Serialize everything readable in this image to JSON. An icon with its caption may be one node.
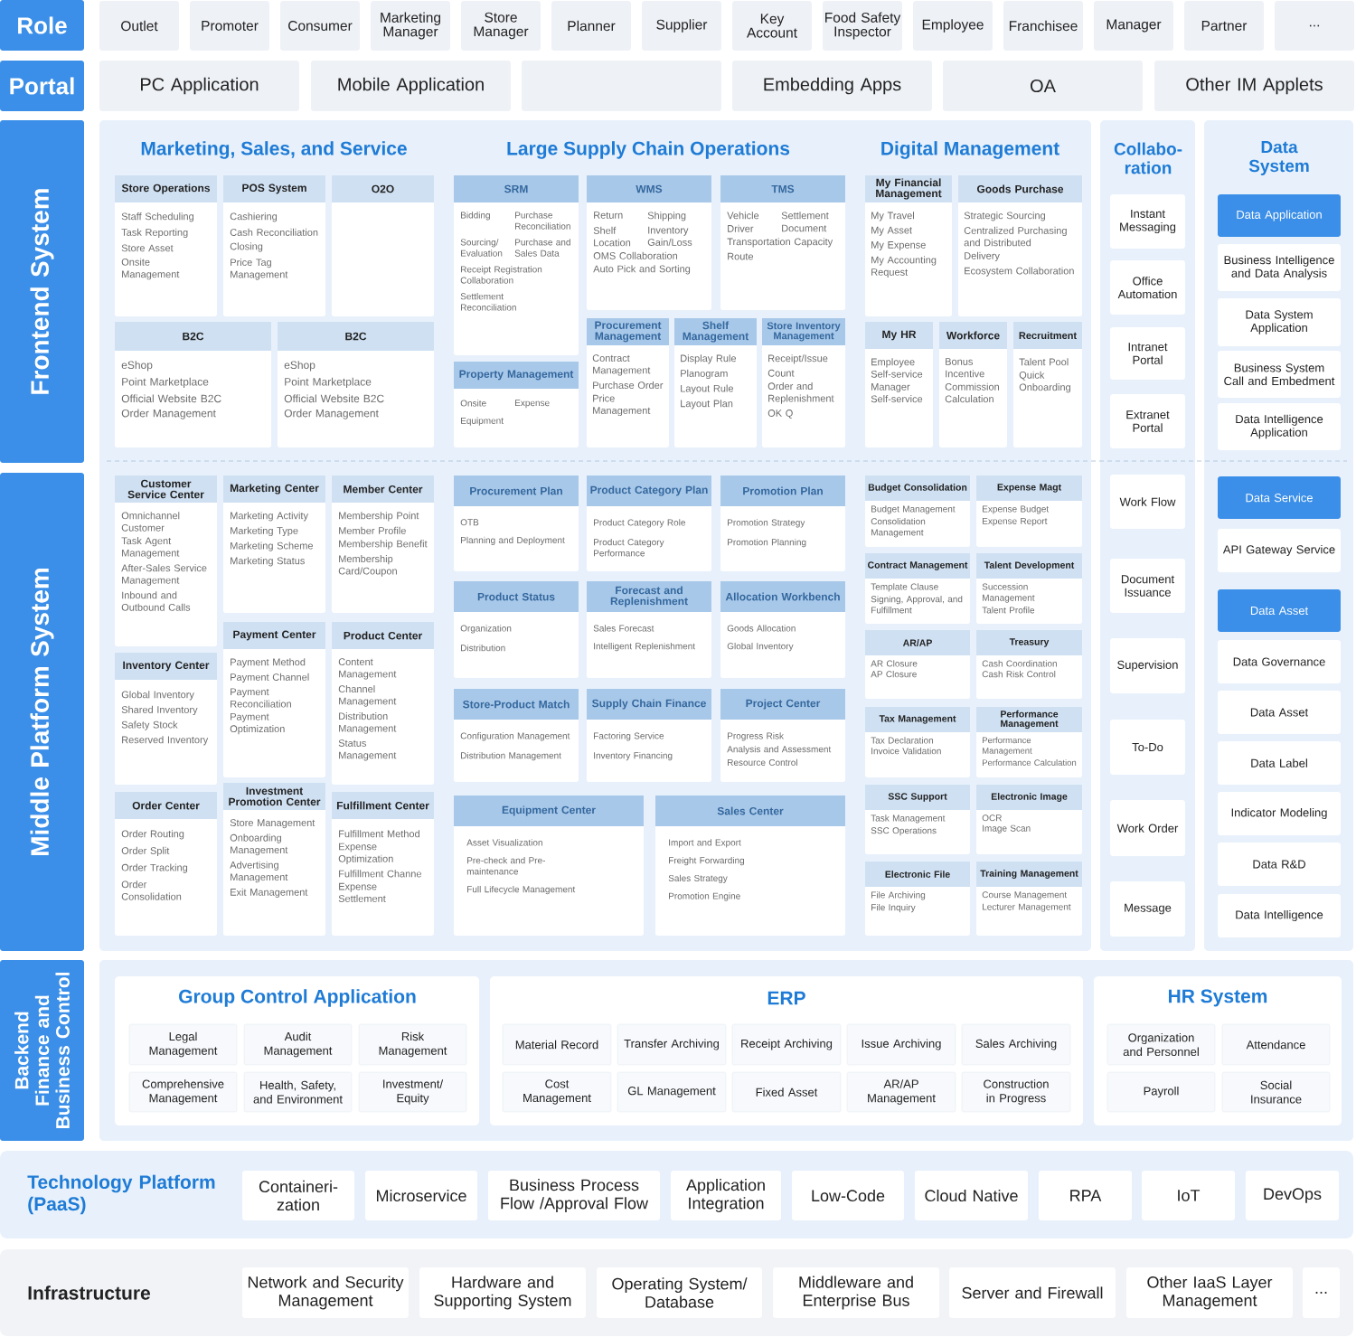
{
  "diagram": {
    "nodes": [
      {
        "text": [
          "Role"
        ]
      },
      {
        "text": [
          "Outlet"
        ]
      },
      {
        "text": [
          "Promoter"
        ]
      },
      {
        "text": [
          "Consumer"
        ]
      },
      {
        "text": [
          "Marketing Manager"
        ]
      },
      {
        "text": [
          "Store Manager"
        ]
      },
      {
        "text": [
          "Planner"
        ]
      },
      {
        "text": [
          "Supplier"
        ]
      },
      {
        "text": [
          "Key Account"
        ]
      },
      {
        "text": [
          "Food Safety Inspector"
        ]
      },
      {
        "text": [
          "Employee"
        ]
      },
      {
        "text": [
          "Franchisee"
        ]
      },
      {
        "text": [
          "Manager"
        ]
      },
      {
        "text": [
          "Partner"
        ]
      },
      {
        "text": [
          "..."
        ]
      },
      {
        "text": [
          "Portal"
        ]
      },
      {
        "text": [
          "PC Application"
        ]
      },
      {
        "text": [
          "Mobile Application"
        ]
      },
      {
        "text": [],
        "shape": "box"
      },
      {
        "text": [
          "Embedding Apps"
        ]
      },
      {
        "text": [
          "OA"
        ]
      },
      {
        "text": [
          "Other IM Applets"
        ]
      },
      {
        "text": [
          "Frontend System"
        ]
      },
      {
        "text": [
          "Middle Platform System"
        ]
      },
      {
        "text": [
          "Marketing, Sales, and Service",
          "Large Supply Chain Operations",
          "Digital Management"
        ]
      },
      {
        "text": [
          "Store Operations",
          "Staff Scheduling",
          "Task Reporting",
          "Store Asset",
          "Onsite Management"
        ],
        "in": 24
      },
      {
        "text": [
          "POS System",
          "Cashiering",
          "Cash Reconciliation",
          "Closing",
          "Price Tag Management"
        ],
        "in": 24
      },
      {
        "text": [
          "O2O"
        ],
        "in": 24
      },
      {
        "text": [
          "B2C",
          "eShop",
          "Point Marketplace",
          "Official Website B2C",
          "Order Management"
        ],
        "in": 24
      },
      {
        "text": [
          "B2C",
          "eShop",
          "Point Marketplace",
          "Official Website B2C",
          "Order Management"
        ],
        "in": 24
      },
      {
        "text": [
          "SRM",
          "Bidding",
          "Purchase Reconciliation",
          "Sourcing/ Evaluation",
          "Purchase and Sales Data",
          "Receipt Registration Collaboration",
          "Settlement Reconciliation"
        ],
        "in": 24
      },
      {
        "text": [
          "WMS",
          "Return",
          "Shipping",
          "Shelf Location",
          "Inventory Gain/Loss",
          "OMS Collaboration",
          "Auto Pick and Sorting"
        ],
        "in": 24
      },
      {
        "text": [
          "TMS",
          "Vehicle",
          "Settlement",
          "Driver",
          "Document",
          "Transportation Capacity",
          "Route"
        ],
        "in": 24
      },
      {
        "text": [
          "Property Management",
          "Onsite",
          "Expense",
          "Equipment"
        ],
        "in": 24
      },
      {
        "text": [
          "Procurement Management",
          "Contract Management",
          "Purchase Order",
          "Price Management"
        ],
        "in": 24
      },
      {
        "text": [
          "Shelf Management",
          "Display Rule",
          "Planogram",
          "Layout Rule",
          "Layout Plan"
        ],
        "in": 24
      },
      {
        "text": [
          "Store Inventory Management",
          "Receipt/Issue",
          "Count",
          "Order and Replenishment",
          "OK Q"
        ],
        "in": 24
      },
      {
        "text": [
          "My Financial Management",
          "My Travel",
          "My Asset",
          "My Expense",
          "My Accounting Request"
        ],
        "in": 24
      },
      {
        "text": [
          "Goods Purchase",
          "Strategic Sourcing",
          "Centralized Purchasing and Distributed",
          "Delivery",
          "Ecosystem Collaboration"
        ],
        "in": 24
      },
      {
        "text": [
          "My HR",
          "Employee Self-service",
          "Manager Self-service"
        ],
        "in": 24
      },
      {
        "text": [
          "Workforce",
          "Bonus Incentive",
          "Commission Calculation"
        ],
        "in": 24
      },
      {
        "text": [
          "Recruitment",
          "Talent Pool",
          "Quick Onboarding"
        ],
        "in": 24
      },
      {
        "text": [
          "Customer Service Center",
          "Omnichannel Customer",
          "Task Agent Management",
          "After-Sales Service Management",
          "Inbound and Outbound Calls"
        ],
        "in": 24
      },
      {
        "text": [
          "Marketing Center",
          "Marketing Activity",
          "Marketing Type",
          "Marketing Scheme",
          "Marketing Status"
        ],
        "in": 24
      },
      {
        "text": [
          "Member Center",
          "Membership Point",
          "Member Profile",
          "Membership Benefit",
          "Membership Card/Coupon"
        ],
        "in": 24
      },
      {
        "text": [
          "Inventory Center",
          "Global Inventory",
          "Shared Inventory",
          "Safety Stock",
          "Reserved Inventory"
        ],
        "in": 24
      },
      {
        "text": [
          "Payment Center",
          "Payment Method",
          "Payment Channel",
          "Payment Reconciliation",
          "Payment Optimization"
        ],
        "in": 24
      },
      {
        "text": [
          "Product Center",
          "Content Management",
          "Channel Management",
          "Distribution Management",
          "Status Management"
        ],
        "in": 24
      },
      {
        "text": [
          "Order Center",
          "Order Routing",
          "Order Split",
          "Order Tracking",
          "Order Consolidation"
        ],
        "in": 24
      },
      {
        "text": [
          "Investment Promotion Center",
          "Store Management",
          "Onboarding Management",
          "Advertising Management",
          "Exit Management"
        ],
        "in": 24
      },
      {
        "text": [
          "Fulfillment Center",
          "Fulfillment Method",
          "Expense Optimization",
          "Fulfillment Channe",
          "Expense Settlement"
        ],
        "in": 24
      },
      {
        "text": [
          "Procurement Plan",
          "OTB",
          "Planning and Deployment"
        ],
        "in": 24
      },
      {
        "text": [
          "Product Category Plan",
          "Product Category Role",
          "Product Category Performance"
        ],
        "in": 24
      },
      {
        "text": [
          "Promotion Plan",
          "Promotion Strategy",
          "Promotion Planning"
        ],
        "in": 24
      },
      {
        "text": [
          "Product Status",
          "Organization",
          "Distribution"
        ],
        "in": 24
      },
      {
        "text": [
          "Forecast and Replenishment",
          "Sales Forecast",
          "Intelligent Replenishment"
        ],
        "in": 24
      },
      {
        "text": [
          "Allocation Workbench",
          "Goods Allocation",
          "Global Inventory"
        ],
        "in": 24
      },
      {
        "text": [
          "Store-Product Match",
          "Configuration Management",
          "Distribution Management"
        ],
        "in": 24
      },
      {
        "text": [
          "Supply Chain Finance",
          "Factoring Service",
          "Inventory Financing"
        ],
        "in": 24
      },
      {
        "text": [
          "Project Center",
          "Progress Risk",
          "Analysis and Assessment",
          "Resource Control"
        ],
        "in": 24
      },
      {
        "text": [
          "Equipment Center",
          "Asset Visualization",
          "Pre-check and Pre-maintenance",
          "Full Lifecycle Management"
        ],
        "in": 24
      },
      {
        "text": [
          "Sales Center",
          "Import and Export",
          "Freight Forwarding",
          "Sales Strategy",
          "Promotion Engine"
        ],
        "in": 24
      },
      {
        "text": [
          "Budget Consolidation",
          "Budget Management",
          "Consolidation Management"
        ],
        "in": 24
      },
      {
        "text": [
          "Expense Magt",
          "Expense Budget",
          "Expense Report"
        ],
        "in": 24
      },
      {
        "text": [
          "Contract Management",
          "Template Clause",
          "Signing, Approval, and Fulfillment"
        ],
        "in": 24
      },
      {
        "text": [
          "Talent Development",
          "Succession Management",
          "Talent Profile"
        ],
        "in": 24
      },
      {
        "text": [
          "AR/AP",
          "AR Closure",
          "AP Closure"
        ],
        "in": 24
      },
      {
        "text": [
          "Treasury",
          "Cash Coordination",
          "Cash Risk Control"
        ],
        "in": 24
      },
      {
        "text": [
          "Tax Management",
          "Tax Declaration",
          "Invoice Validation"
        ],
        "in": 24
      },
      {
        "text": [
          "Performance Management",
          "Performance Management",
          "Performance Calculation"
        ],
        "in": 24
      },
      {
        "text": [
          "SSC Support",
          "Task Management",
          "SSC Operations"
        ],
        "in": 24
      },
      {
        "text": [
          "Electronic Image",
          "OCR",
          "Image Scan"
        ],
        "in": 24
      },
      {
        "text": [
          "Electronic File",
          "File Archiving",
          "File Inquiry"
        ],
        "in": 24
      },
      {
        "text": [
          "Training Management",
          "Course Management",
          "Lecturer Management"
        ],
        "in": 24
      },
      {
        "text": [
          "Collabo- ration"
        ]
      },
      {
        "text": [
          "Instant Messaging"
        ],
        "in": 74
      },
      {
        "text": [
          "Office Automation"
        ],
        "in": 74
      },
      {
        "text": [
          "Intranet Portal"
        ],
        "in": 74
      },
      {
        "text": [
          "Extranet Portal"
        ],
        "in": 74
      },
      {
        "text": [
          "Work Flow"
        ],
        "in": 74
      },
      {
        "text": [
          "Document Issuance"
        ],
        "in": 74
      },
      {
        "text": [
          "Supervision"
        ],
        "in": 74
      },
      {
        "text": [
          "To-Do"
        ],
        "in": 74
      },
      {
        "text": [
          "Work Order"
        ],
        "in": 74
      },
      {
        "text": [
          "Message"
        ],
        "in": 74
      },
      {
        "text": [
          "Data System"
        ]
      },
      {
        "text": [
          "Data Application"
        ],
        "in": 85
      },
      {
        "text": [
          "Business Intelligence and Data Analysis"
        ],
        "in": 85
      },
      {
        "text": [
          "Data System Application"
        ],
        "in": 85
      },
      {
        "text": [
          "Business System Call and Embedment"
        ],
        "in": 85
      },
      {
        "text": [
          "Data Intelligence Application"
        ],
        "in": 85
      },
      {
        "text": [
          "Data Service"
        ],
        "in": 85
      },
      {
        "text": [
          "API Gateway Service"
        ],
        "in": 85
      },
      {
        "text": [
          "Data Asset"
        ],
        "in": 85
      },
      {
        "text": [
          "Data Governance"
        ],
        "in": 85
      },
      {
        "text": [
          "Data Asset"
        ],
        "in": 85
      },
      {
        "text": [
          "Data Label"
        ],
        "in": 85
      },
      {
        "text": [
          "Indicator Modeling"
        ],
        "in": 85
      },
      {
        "text": [
          "Data R&D"
        ],
        "in": 85
      },
      {
        "text": [
          "Data Intelligence"
        ],
        "in": 85
      },
      {
        "text": [
          "Backend Finance and Business Control"
        ]
      },
      {
        "text": [],
        "shape": "box"
      },
      {
        "text": [
          "Group Control Application"
        ],
        "in": 101
      },
      {
        "text": [
          "Legal Management"
        ],
        "in": 102
      },
      {
        "text": [
          "Audit Management"
        ],
        "in": 102
      },
      {
        "text": [
          "Risk Management"
        ],
        "in": 102
      },
      {
        "text": [
          "Comprehensive Management"
        ],
        "in": 102
      },
      {
        "text": [
          "Health, Safety, and Environment"
        ],
        "in": 102
      },
      {
        "text": [
          "Investment/ Equity"
        ],
        "in": 102
      },
      {
        "text": [
          "ERP"
        ],
        "in": 101
      },
      {
        "text": [
          "Material Record"
        ],
        "in": 109
      },
      {
        "text": [
          "Transfer Archiving"
        ],
        "in": 109
      },
      {
        "text": [
          "Receipt Archiving"
        ],
        "in": 109
      },
      {
        "text": [
          "Issue Archiving"
        ],
        "in": 109
      },
      {
        "text": [
          "Sales Archiving"
        ],
        "in": 109
      },
      {
        "text": [
          "Cost Management"
        ],
        "in": 109
      },
      {
        "text": [
          "GL Management"
        ],
        "in": 109
      },
      {
        "text": [
          "Fixed Asset"
        ],
        "in": 109
      },
      {
        "text": [
          "AR/AP Management"
        ],
        "in": 109
      },
      {
        "text": [
          "Construction in Progress"
        ],
        "in": 109
      },
      {
        "text": [
          "HR System"
        ],
        "in": 101
      },
      {
        "text": [
          "Organization and Personnel"
        ],
        "in": 120
      },
      {
        "text": [
          "Attendance"
        ],
        "in": 120
      },
      {
        "text": [
          "Payroll"
        ],
        "in": 120
      },
      {
        "text": [
          "Social Insurance"
        ],
        "in": 120
      },
      {
        "text": [
          "Technology Platform (PaaS)"
        ]
      },
      {
        "text": [
          "Containeri- zation"
        ],
        "in": 125
      },
      {
        "text": [
          "Microservice"
        ],
        "in": 125
      },
      {
        "text": [
          "Business Process Flow /Approval Flow"
        ],
        "in": 125
      },
      {
        "text": [
          "Application Integration"
        ],
        "in": 125
      },
      {
        "text": [
          "Low-Code"
        ],
        "in": 125
      },
      {
        "text": [
          "Cloud Native"
        ],
        "in": 125
      },
      {
        "text": [
          "RPA"
        ],
        "in": 125
      },
      {
        "text": [
          "IoT"
        ],
        "in": 125
      },
      {
        "text": [
          "DevOps"
        ],
        "in": 125
      },
      {
        "text": [
          "Infrastructure"
        ]
      },
      {
        "text": [
          "Network and Security Management"
        ],
        "in": 135
      },
      {
        "text": [
          "Hardware and Supporting System"
        ],
        "in": 135
      },
      {
        "text": [
          "Operating System/ Database"
        ],
        "in": 135
      },
      {
        "text": [
          "Middleware and Enterprise Bus"
        ],
        "in": 135
      },
      {
        "text": [
          "Server and Firewall"
        ],
        "in": 135
      },
      {
        "text": [
          "Other IaaS Layer Management"
        ],
        "in": 135
      },
      {
        "text": [
          "..."
        ],
        "in": 135
      }
    ]
  }
}
